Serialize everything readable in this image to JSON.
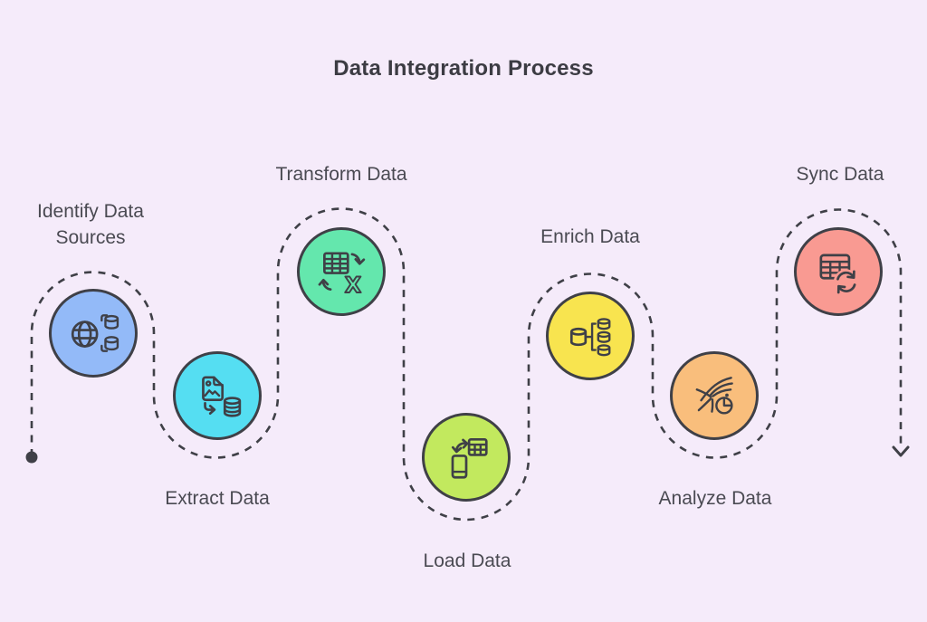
{
  "title": "Data Integration Process",
  "colors": {
    "background": "#f5ebfa",
    "outline": "#3f4047",
    "title_text": "#3c3c43",
    "label_text": "#4a4a52"
  },
  "flow": {
    "style": "dashed",
    "start_marker": "dot",
    "end_marker": "arrow-down"
  },
  "nodes": [
    {
      "label": "Identify Data Sources",
      "label_lines": [
        "Identify Data",
        "Sources"
      ],
      "label_position": "above",
      "color": "#93baf8",
      "icon": "globe-databases-icon"
    },
    {
      "label": "Extract Data",
      "label_position": "below",
      "color": "#55def2",
      "icon": "image-to-database-icon"
    },
    {
      "label": "Transform Data",
      "label_position": "above",
      "color": "#64e7ad",
      "icon": "table-convert-icon",
      "icon_glyph": "X"
    },
    {
      "label": "Load Data",
      "label_position": "below",
      "color": "#c2e95e",
      "icon": "device-to-table-icon"
    },
    {
      "label": "Enrich Data",
      "label_position": "above",
      "color": "#f8e44f",
      "icon": "database-branch-icon"
    },
    {
      "label": "Analyze Data",
      "label_position": "below",
      "color": "#f9be7c",
      "icon": "streams-pie-icon"
    },
    {
      "label": "Sync Data",
      "label_position": "above",
      "color": "#f99a92",
      "icon": "table-sync-icon"
    }
  ]
}
